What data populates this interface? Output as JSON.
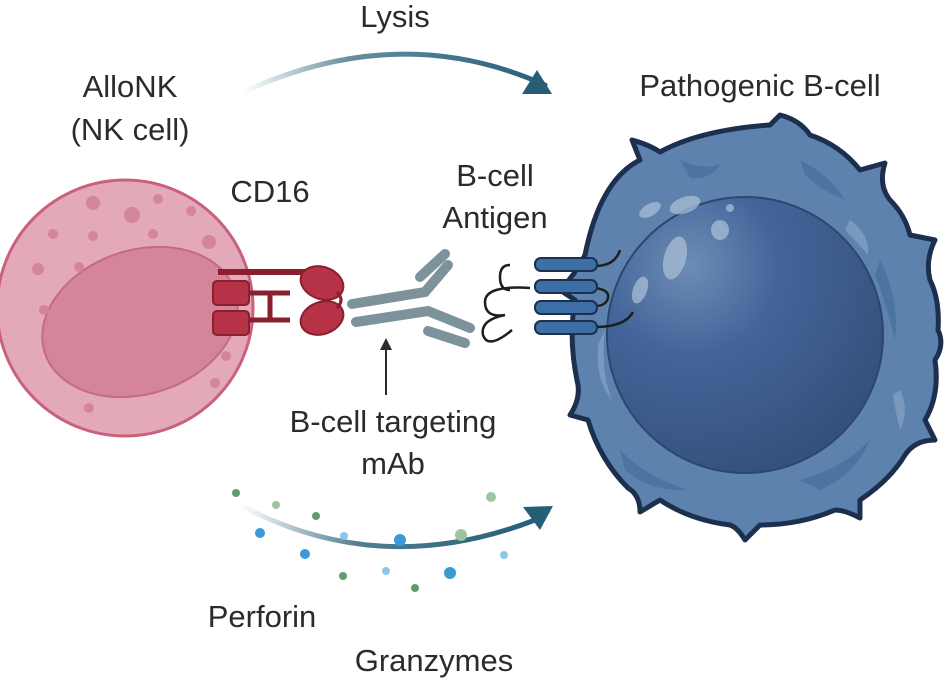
{
  "labels": {
    "lysis": "Lysis",
    "nk_cell_line1": "AlloNK",
    "nk_cell_line2": "(NK cell)",
    "cd16": "CD16",
    "b_cell_antigen_line1": "B-cell",
    "b_cell_antigen_line2": "Antigen",
    "pathogenic_b_cell": "Pathogenic  B-cell",
    "mab_line1": "B-cell targeting",
    "mab_line2": "mAb",
    "perforin": "Perforin",
    "granzymes": "Granzymes"
  },
  "colors": {
    "nk_cytoplasm": "#e3a9b8",
    "nk_nucleus": "#d4849b",
    "nk_outline": "#c9607c",
    "cd16_fill": "#b53247",
    "cd16_outline": "#8a1f2f",
    "antibody": "#7d939b",
    "antigen": "#3b6fa5",
    "b_cell_cytoplasm": "#5d82ad",
    "b_cell_nucleus": "#3e5f8e",
    "b_cell_outline": "#1d2f4e",
    "arrow": "#265e78",
    "perforin_dot": "#3a9ad8",
    "granzyme_dot": "#5e9e6e"
  }
}
